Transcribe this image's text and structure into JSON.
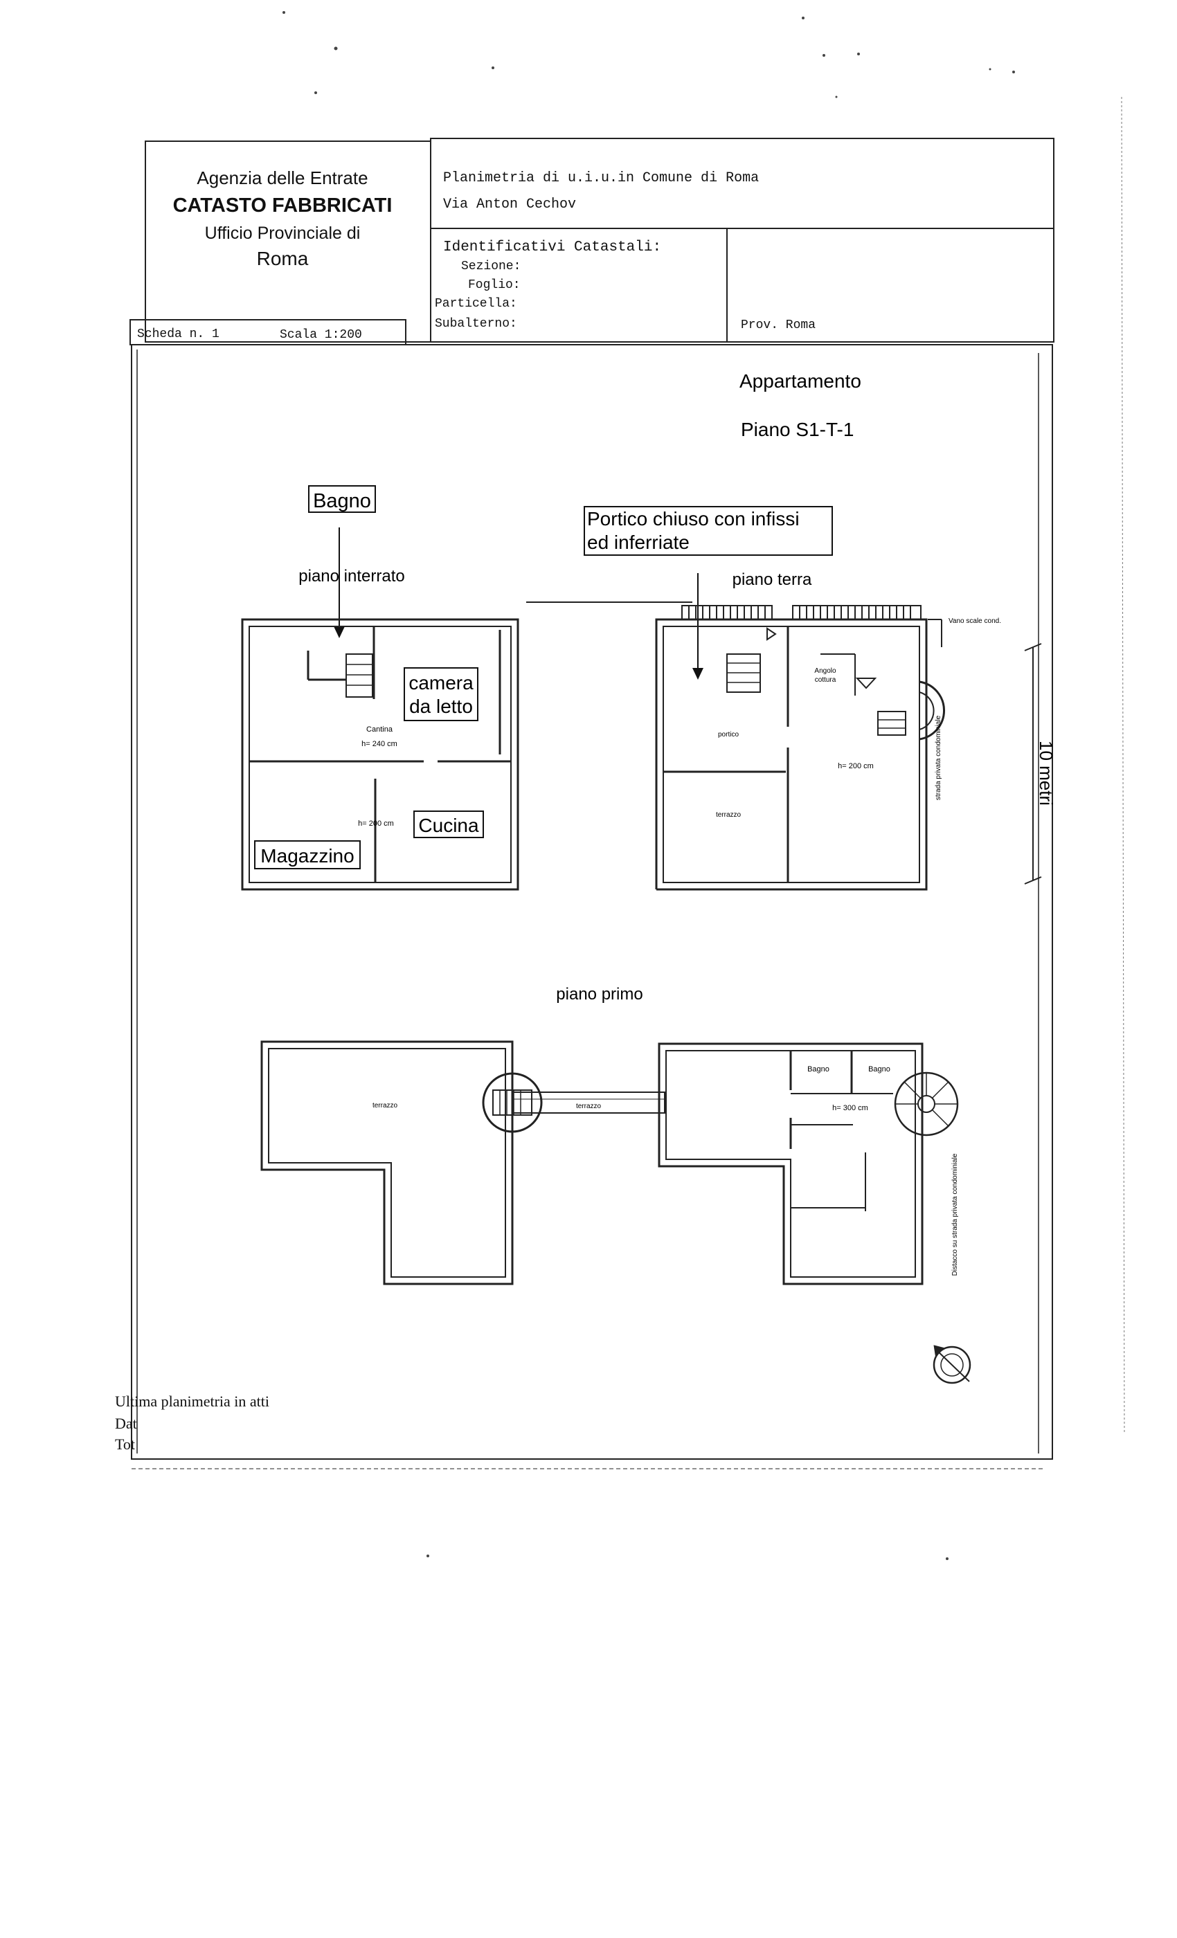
{
  "header": {
    "agency_line1": "Agenzia delle Entrate",
    "agency_line2": "CATASTO FABBRICATI",
    "agency_line3": "Ufficio Provinciale di",
    "agency_line4": "Roma",
    "plan_title": "Planimetria di u.i.u.in Comune di Roma",
    "address": "Via Anton Cechov",
    "identifiers_title": "Identificativi Catastali:",
    "sezione": "Sezione:",
    "foglio": "Foglio:",
    "particella": "Particella:",
    "subalterno": "Subalterno:",
    "province": "Prov. Roma",
    "scheda": "Scheda n. 1",
    "scala": "Scala 1:200"
  },
  "plan": {
    "unit_type": "Appartamento",
    "floors": "Piano S1-T-1",
    "scale_bar": "10 metri"
  },
  "basement": {
    "title": "piano interrato",
    "callout_bagno": "Bagno",
    "camera_line1": "camera",
    "camera_line2": "da letto",
    "cantina": "Cantina",
    "h_240": "h= 240 cm",
    "h_200": "h= 200 cm",
    "cucina": "Cucina",
    "magazzino": "Magazzino"
  },
  "ground": {
    "title": "piano terra",
    "callout_line1": "Portico chiuso con infissi",
    "callout_line2": "ed inferriate",
    "vano_scale": "Vano scale cond.",
    "angolo_line1": "Angolo",
    "angolo_line2": "cottura",
    "portico": "portico",
    "terrazzo": "terrazzo",
    "h_200": "h= 200 cm",
    "strada": "strada privata condominiale"
  },
  "first": {
    "title": "piano primo",
    "terrazzo_left": "terrazzo",
    "terrazzo_mid": "terrazzo",
    "bagno_1": "Bagno",
    "bagno_2": "Bagno",
    "h_300": "h= 300 cm",
    "distacco": "Distacco su strada privata condominiale"
  },
  "footer": {
    "last_plan": "Ultima planimetria in atti",
    "line2": "Dat",
    "line3": "Tot"
  }
}
